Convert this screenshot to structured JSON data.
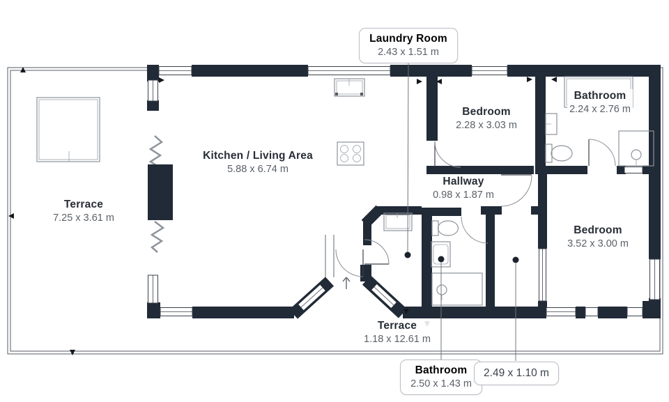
{
  "rooms": {
    "kitchen_living": {
      "name": "Kitchen / Living Area",
      "dims": "5.88 x 6.74 m"
    },
    "terrace_left": {
      "name": "Terrace",
      "dims": "7.25 x 3.61 m"
    },
    "terrace_bottom": {
      "name": "Terrace",
      "dims": "1.18 x 12.61 m"
    },
    "bedroom_top": {
      "name": "Bedroom",
      "dims": "2.28 x 3.03 m"
    },
    "bedroom_right": {
      "name": "Bedroom",
      "dims": "3.52 x 3.00 m"
    },
    "hallway": {
      "name": "Hallway",
      "dims": "0.98 x 1.87 m"
    },
    "bathroom_top_right": {
      "name": "Bathroom",
      "dims": "2.24 x 2.76 m"
    }
  },
  "callouts": {
    "laundry": {
      "name": "Laundry Room",
      "dims": "2.43 x 1.51 m"
    },
    "bathroom": {
      "name": "Bathroom",
      "dims": "2.50 x 1.43 m"
    },
    "storage": {
      "dims": "2.49 x 1.10 m"
    }
  },
  "colors": {
    "wall": "#212a37",
    "fixture_outline": "#8d939b",
    "label_text": "#272d36",
    "dims_text": "#5b6168",
    "callout_border": "#b9bdc4"
  }
}
